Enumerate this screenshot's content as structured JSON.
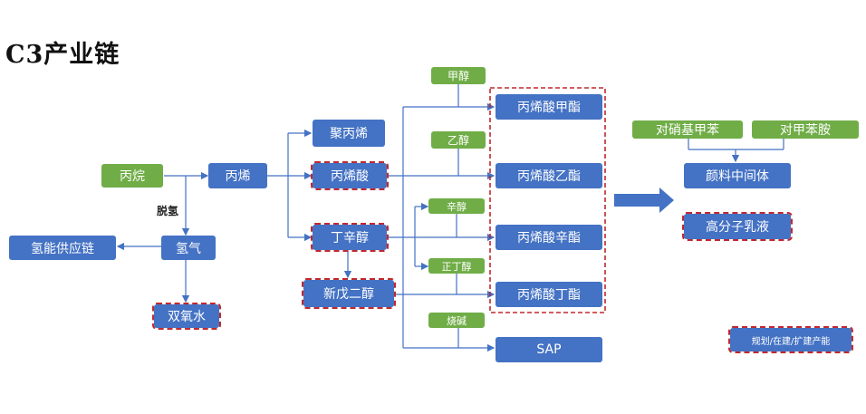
{
  "title": "C3产业链",
  "nodes": {
    "propane": "丙烷",
    "propylene": "丙烯",
    "dehydro_label": "脱氢",
    "hydrogen": "氢气",
    "hydrogen_chain": "氢能供应链",
    "h2o2": "双氧水",
    "pp": "聚丙烯",
    "acrylic_acid": "丙烯酸",
    "octanol": "丁辛醇",
    "npg": "新戊二醇",
    "methanol": "甲醇",
    "ethanol": "乙醇",
    "octanol_small": "辛醇",
    "n_butanol": "正丁醇",
    "caustic": "烧碱",
    "methyl_acrylate": "丙烯酸甲酯",
    "ethyl_acrylate": "丙烯酸乙酯",
    "octyl_acrylate": "丙烯酸辛酯",
    "butyl_acrylate": "丙烯酸丁酯",
    "sap": "SAP",
    "nitrotoluene": "对硝基甲苯",
    "toluidine": "对甲苯胺",
    "pigment": "颜料中间体",
    "emulsion": "高分子乳液",
    "legend": "规划/在建/扩建产能"
  },
  "colors": {
    "blue": "#4472c4",
    "green": "#70ad47",
    "red_dashed": "#c0282e"
  }
}
